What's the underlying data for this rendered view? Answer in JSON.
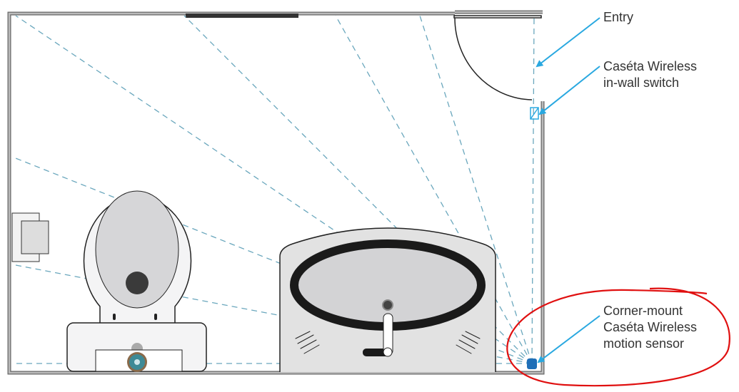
{
  "labels": {
    "entry": "Entry",
    "switch_line1": "Caséta Wireless",
    "switch_line2": "in-wall switch",
    "sensor_line1": "Corner-mount",
    "sensor_line2": "Caséta Wireless",
    "sensor_line3": "motion sensor"
  },
  "colors": {
    "arrow": "#29a8e0",
    "detection_lines": "#6aa7bd",
    "sensor": "#1f6fb8",
    "highlight_circle": "#e01010",
    "wall": "#8a8a8a"
  }
}
